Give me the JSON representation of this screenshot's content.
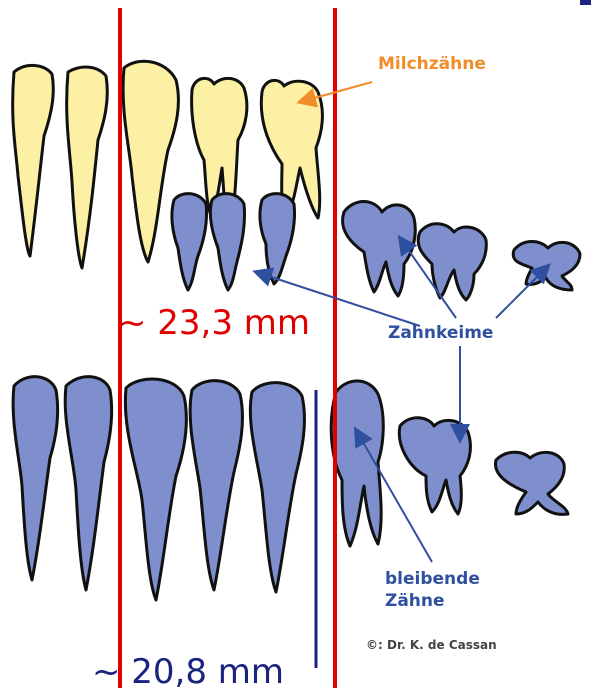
{
  "labels": {
    "milk_teeth": "Milchzähne",
    "tooth_germs": "Zahnkeime",
    "permanent_line1": "bleibende",
    "permanent_line2": "Zähne",
    "measure_top": "~ 23,3 mm",
    "measure_bottom": "~ 20,8 mm",
    "copyright": "©: Dr. K. de Cassan"
  },
  "colors": {
    "milk_tooth_fill": "#fbf0a3",
    "germ_fill": "#7f8fce",
    "outline": "#111111",
    "red_line": "#e00000",
    "navy_line": "#1a237e",
    "arrow": "#2f4f9f",
    "orange_arrow": "#f28c28"
  }
}
